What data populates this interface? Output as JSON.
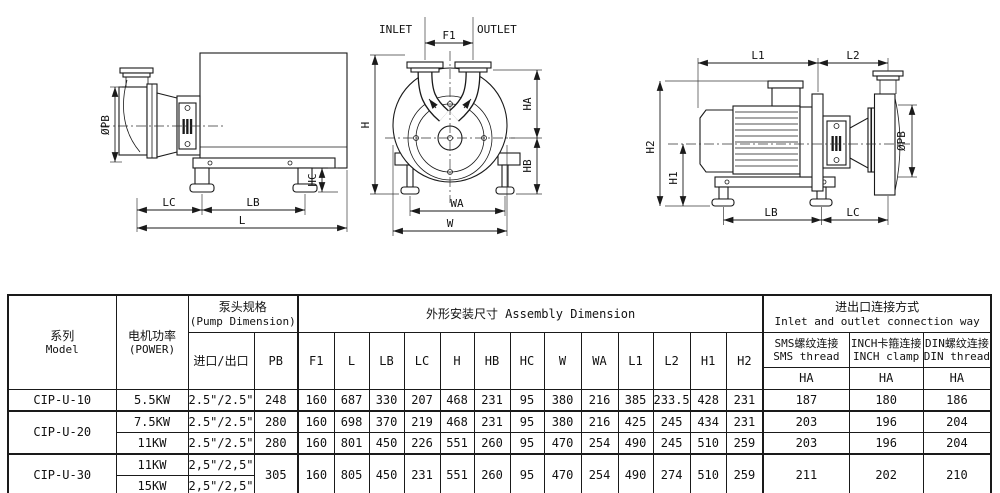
{
  "drawings": {
    "left": {
      "labels": {
        "pb": "ØPB",
        "hc": "HC",
        "lc": "LC",
        "lb": "LB",
        "l": "L"
      }
    },
    "front": {
      "labels": {
        "inlet": "INLET",
        "outlet": "OUTLET",
        "f1": "F1",
        "h": "H",
        "ha": "HA",
        "hb": "HB",
        "wa": "WA",
        "w": "W"
      }
    },
    "right": {
      "labels": {
        "l1": "L1",
        "l2": "L2",
        "h1": "H1",
        "h2": "H2",
        "pb": "ØPB",
        "lb": "LB",
        "lc": "LC"
      }
    }
  },
  "table": {
    "header": {
      "series_cn": "系列",
      "series_en": "Model",
      "power_cn": "电机功率",
      "power_en": "(POWER)",
      "pump_cn": "泵头规格",
      "pump_en": "(Pump Dimension)",
      "io": "进口/出口",
      "pb": "PB",
      "assembly": "外形安装尺寸 Assembly Dimension",
      "dims": [
        "F1",
        "L",
        "LB",
        "LC",
        "H",
        "HB",
        "HC",
        "W",
        "WA",
        "L1",
        "L2",
        "H1",
        "H2"
      ],
      "conn_cn": "进出口连接方式",
      "conn_en": "Inlet and outlet connection way",
      "sms_cn": "SMS螺纹连接",
      "sms_en": "SMS thread",
      "inch_cn": "INCH卡箍连接",
      "inch_en": "INCH clamp",
      "din_cn": "DIN螺纹连接",
      "din_en": "DIN thread",
      "ha": "HA"
    },
    "rows": [
      {
        "model": "CIP-U-10",
        "power": "5.5KW",
        "io": "2.5\"/2.5\"",
        "pb": "248",
        "dims": [
          "160",
          "687",
          "330",
          "207",
          "468",
          "231",
          "95",
          "380",
          "216",
          "385",
          "233.5",
          "428",
          "231"
        ],
        "sms": "187",
        "inch": "180",
        "din": "186"
      },
      {
        "model": "CIP-U-20",
        "power": "7.5KW",
        "io": "2.5\"/2.5\"",
        "pb": "280",
        "dims": [
          "160",
          "698",
          "370",
          "219",
          "468",
          "231",
          "95",
          "380",
          "216",
          "425",
          "245",
          "434",
          "231"
        ],
        "sms": "203",
        "inch": "196",
        "din": "204"
      },
      {
        "power": "11KW",
        "io": "2.5\"/2.5\"",
        "pb": "280",
        "dims": [
          "160",
          "801",
          "450",
          "226",
          "551",
          "260",
          "95",
          "470",
          "254",
          "490",
          "245",
          "510",
          "259"
        ],
        "sms": "203",
        "inch": "196",
        "din": "204"
      },
      {
        "model": "CIP-U-30",
        "power": "11KW",
        "io": "2,5\"/2,5\"",
        "pb": "305",
        "dims": [
          "160",
          "805",
          "450",
          "231",
          "551",
          "260",
          "95",
          "470",
          "254",
          "490",
          "274",
          "510",
          "259"
        ],
        "sms": "211",
        "inch": "202",
        "din": "210"
      },
      {
        "power": "15KW",
        "io": "2,5\"/2,5\""
      }
    ]
  }
}
